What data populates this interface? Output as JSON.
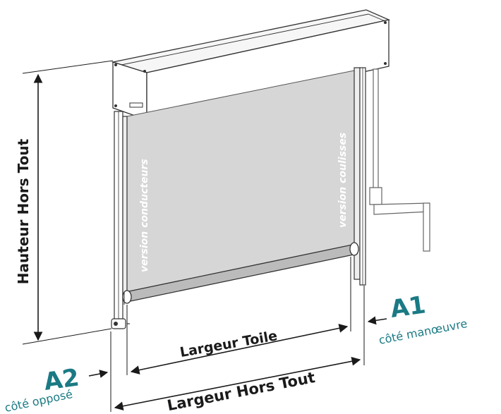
{
  "labels": {
    "hauteur_hors_tout": "Hauteur Hors Tout",
    "largeur_toile": "Largeur Toile",
    "largeur_hors_tout": "Largeur Hors Tout",
    "version_conducteurs": "version conducteurs",
    "version_coulisses": "version coulisses"
  },
  "sides": {
    "a1": {
      "letter": "A1",
      "caption": "côté manœuvre"
    },
    "a2": {
      "letter": "A2",
      "caption": "côté opposé"
    }
  },
  "colors": {
    "accent_teal": "#1a7a84",
    "dimension_line": "#1a1a1a",
    "fabric": "#d6d6d6",
    "frame_line": "#333333"
  }
}
